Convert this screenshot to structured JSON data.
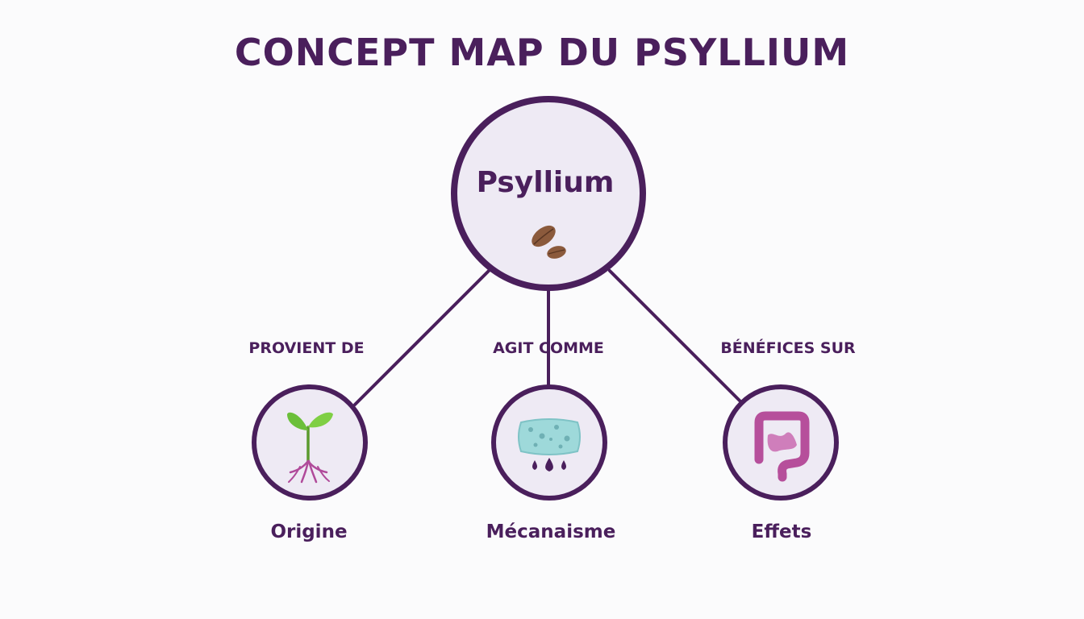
{
  "title": "CONCEPT MAP DU PSYLLIUM",
  "center": {
    "label": "Psyllium",
    "icon": "seed-icon"
  },
  "relations": [
    "PROVIENT DE",
    "AGIT COMME",
    "BÉNÉFICES SUR"
  ],
  "nodes": [
    {
      "label": "Origine",
      "icon": "sprout-icon"
    },
    {
      "label": "Mécanaisme",
      "icon": "sponge-icon"
    },
    {
      "label": "Effets",
      "icon": "intestine-icon"
    }
  ],
  "colors": {
    "primary": "#4a1f5c",
    "circle_fill": "#eeeaf4",
    "background": "#fbfbfc",
    "seed": "#8b5a3c",
    "leaf": "#6bbf3a",
    "root": "#b04a9a",
    "sponge": "#9ed9da",
    "intestine": "#b64f9b"
  }
}
